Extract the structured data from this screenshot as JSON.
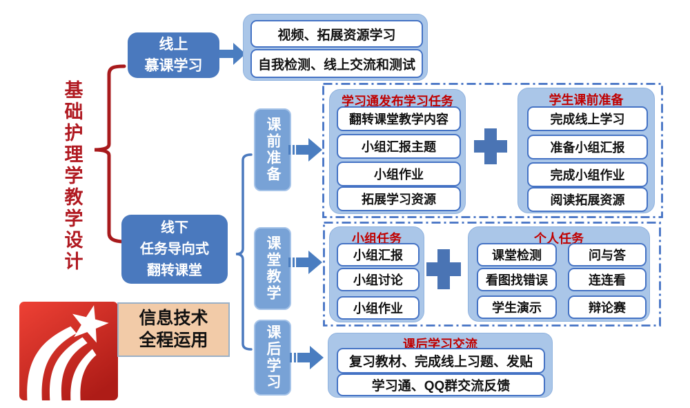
{
  "main_title": "基础护理学教学设计",
  "online_node": {
    "line1": "线上",
    "line2": "慕课学习"
  },
  "online_outcomes": {
    "items": [
      "视频、拓展资源学习",
      "自我检测、线上交流和测试"
    ]
  },
  "offline_node": {
    "line1": "线下",
    "line2": "任务导向式",
    "line3": "翻转课堂"
  },
  "stages": {
    "pre": "课前准备",
    "during": "课堂教学",
    "after": "课后学习"
  },
  "pre_class": {
    "publish": {
      "title": "学习通发布学习任务",
      "items": [
        "翻转课堂教学内容",
        "小组汇报主题",
        "小组作业",
        "拓展学习资源"
      ]
    },
    "prepare": {
      "title": "学生课前准备",
      "items": [
        "完成线上学习",
        "准备小组汇报",
        "完成小组作业",
        "阅读拓展资源"
      ]
    }
  },
  "in_class": {
    "group_tasks": {
      "title": "小组任务",
      "items": [
        "小组汇报",
        "小组讨论",
        "小组作业"
      ]
    },
    "individual_tasks": {
      "title": "个人任务",
      "col1": [
        "课堂检测",
        "看图找错误",
        "学生演示"
      ],
      "col2": [
        "问与答",
        "连连看",
        "辩论赛"
      ]
    }
  },
  "after_class": {
    "title": "课后学习交流",
    "items": [
      "复习教材、完成线上习题、发贴",
      "学习通、QQ群交流反馈"
    ]
  },
  "note": {
    "line1": "信息技术",
    "line2": "全程运用"
  },
  "icons": {
    "logo": "chaoxing-star-logo",
    "arrow": "block-arrow-right-icon",
    "striped_arrow": "striped-arrow-right-icon",
    "plus": "plus-icon"
  },
  "colors": {
    "node_blue": "#4a79be",
    "stage_blue": "#78a2d6",
    "container_blue": "#aac6e8",
    "item_border_blue": "#4472c4",
    "arrow_blue": "#4a7dc0",
    "plus_blue": "#4a74b4",
    "dashed_border_blue": "#4472c4",
    "bracket_red": "#a81a1c",
    "main_title_red": "#b01921",
    "group_title_red": "#c00000",
    "note_tan": "#f2cba8",
    "logo_red_top": "#ee4135",
    "logo_red_bottom": "#ae1c17"
  }
}
